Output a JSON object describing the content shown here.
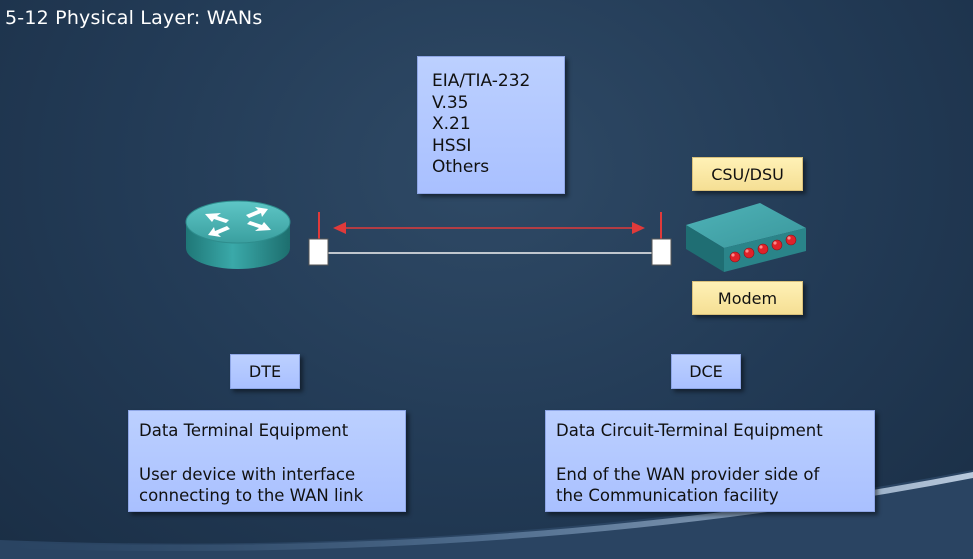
{
  "title": "5-12  Physical Layer: WANs",
  "standards": [
    "EIA/TIA-232",
    "V.35",
    "X.21",
    "HSSI",
    "Others"
  ],
  "dce_devices": {
    "top": "CSU/DSU",
    "bottom": "Modem"
  },
  "dte": {
    "label": "DTE",
    "name": "Data Terminal Equipment",
    "desc_line1": "User device with interface",
    "desc_line2": "connecting to the WAN link"
  },
  "dce": {
    "label": "DCE",
    "name": "Data Circuit-Terminal Equipment",
    "desc_line1": "End of the WAN provider side of",
    "desc_line2": "the Communication facility"
  },
  "colors": {
    "background": "#223a55",
    "info_box": "#b3c8ff",
    "tag_box": "#f8e6a0",
    "arrow": "#e03a3a",
    "router": "#2f9a9a",
    "modem": "#2f8f95"
  }
}
